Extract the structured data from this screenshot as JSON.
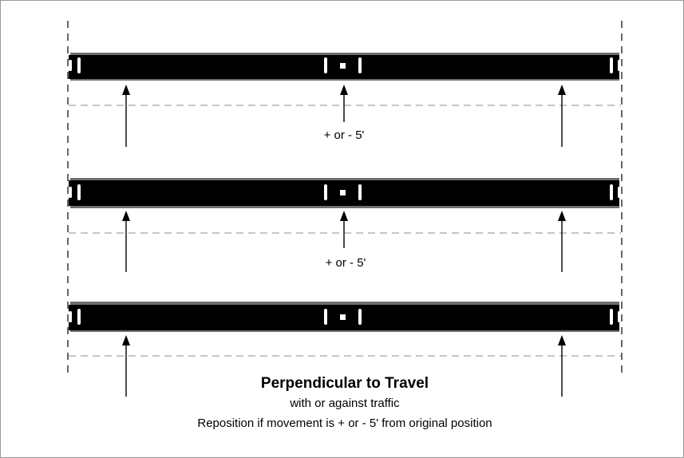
{
  "diagram": {
    "tolerance_labels": [
      "+ or - 5'",
      "+ or - 5'"
    ],
    "caption": {
      "title": "Perpendicular to Travel",
      "subtitle": "with or against traffic",
      "note": "Reposition if movement is + or - 5' from original position"
    },
    "colors": {
      "bar": "#000000",
      "bar_edge": "#6e6e6e",
      "dashed": "#b4b4b4",
      "guide": "#000000",
      "slot": "#ffffff"
    }
  }
}
